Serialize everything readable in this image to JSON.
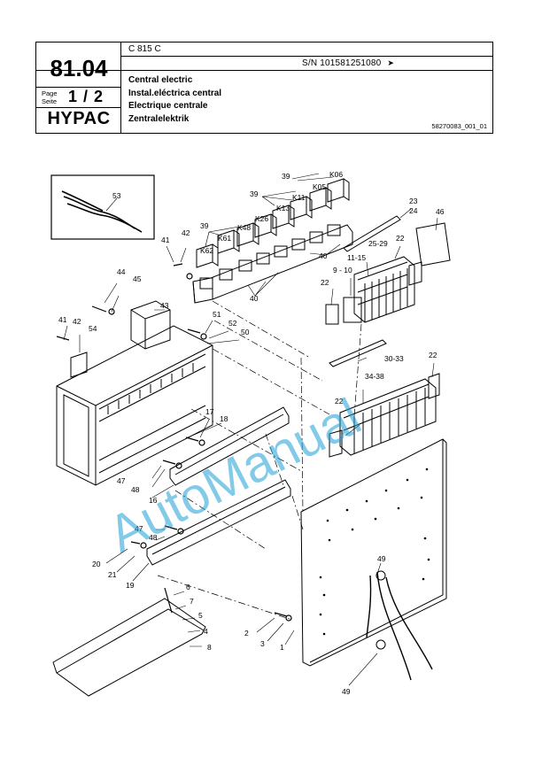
{
  "header": {
    "model": "C 815 C",
    "serial": "S/N 101581251080",
    "serial_arrow": "➤",
    "section_number": "81.04",
    "page_label_1": "Page",
    "page_label_2": "Seite",
    "page_number": "1 / 2",
    "brand": "HYPAC",
    "titles": [
      "Central electric",
      "Instal.eléctrica central",
      "Electrique centrale",
      "Zentralelektrik"
    ],
    "doc_id": "58270083_001_01"
  },
  "watermark": "AutoManual",
  "callouts": [
    "53",
    "39",
    "K06",
    "K05",
    "K11",
    "K13",
    "K26",
    "K48",
    "K61",
    "K62",
    "23",
    "24",
    "46",
    "41",
    "42",
    "25-29",
    "22",
    "11-15",
    "9 - 10",
    "40",
    "44",
    "45",
    "43",
    "54",
    "51",
    "52",
    "50",
    "30-33",
    "34-38",
    "17",
    "18",
    "47",
    "48",
    "16",
    "20",
    "21",
    "19",
    "6",
    "7",
    "5",
    "4",
    "8",
    "2",
    "3",
    "1",
    "49"
  ],
  "colors": {
    "watermark": "#1ea0d8",
    "ink": "#000000"
  }
}
